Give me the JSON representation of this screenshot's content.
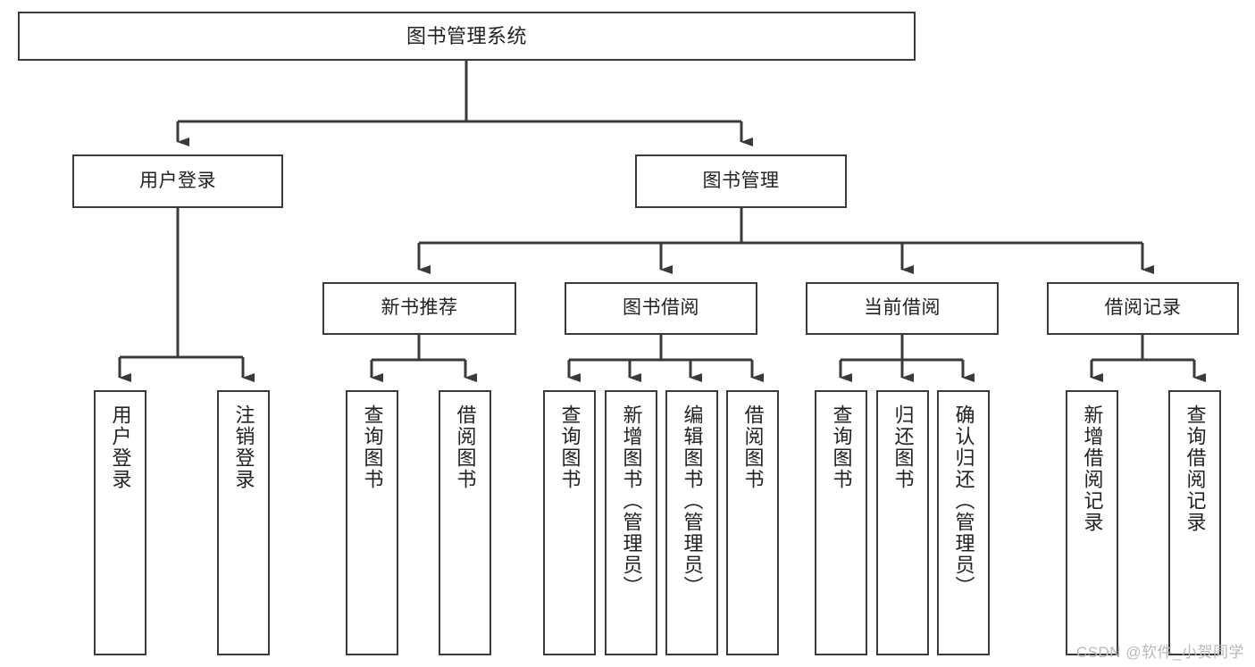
{
  "diagram": {
    "title": "图书管理系统",
    "type": "functional-hierarchy-tree",
    "watermark": "CSDN @软件_小贺同学",
    "colors": {
      "stroke": "#3a3a3a",
      "fill": "#ffffff",
      "text": "#222222",
      "watermark": "#b9b9b9"
    },
    "nodes": {
      "root": {
        "label": "图书管理系统"
      },
      "level2": [
        {
          "id": "user-login",
          "label": "用户登录"
        },
        {
          "id": "book-manage",
          "label": "图书管理"
        }
      ],
      "level3": [
        {
          "id": "new-book-recommend",
          "label": "新书推荐"
        },
        {
          "id": "book-borrow",
          "label": "图书借阅"
        },
        {
          "id": "current-borrow",
          "label": "当前借阅"
        },
        {
          "id": "borrow-record",
          "label": "借阅记录"
        }
      ],
      "leaves": {
        "user-login": [
          {
            "id": "leaf-user-login",
            "label": "用户登录"
          },
          {
            "id": "leaf-logout",
            "label": "注销登录"
          }
        ],
        "new-book-recommend": [
          {
            "id": "leaf-query-book-1",
            "label": "查询图书"
          },
          {
            "id": "leaf-borrow-book-1",
            "label": "借阅图书"
          }
        ],
        "book-borrow": [
          {
            "id": "leaf-query-book-2",
            "label": "查询图书"
          },
          {
            "id": "leaf-add-book",
            "label": "新增图书（管理员）"
          },
          {
            "id": "leaf-edit-book",
            "label": "编辑图书（管理员）"
          },
          {
            "id": "leaf-borrow-book-2",
            "label": "借阅图书"
          }
        ],
        "current-borrow": [
          {
            "id": "leaf-query-book-3",
            "label": "查询图书"
          },
          {
            "id": "leaf-return-book",
            "label": "归还图书"
          },
          {
            "id": "leaf-confirm-return",
            "label": "确认归还（管理员）"
          }
        ],
        "borrow-record": [
          {
            "id": "leaf-add-record",
            "label": "新增借阅记录"
          },
          {
            "id": "leaf-query-record",
            "label": "查询借阅记录"
          }
        ]
      }
    }
  }
}
